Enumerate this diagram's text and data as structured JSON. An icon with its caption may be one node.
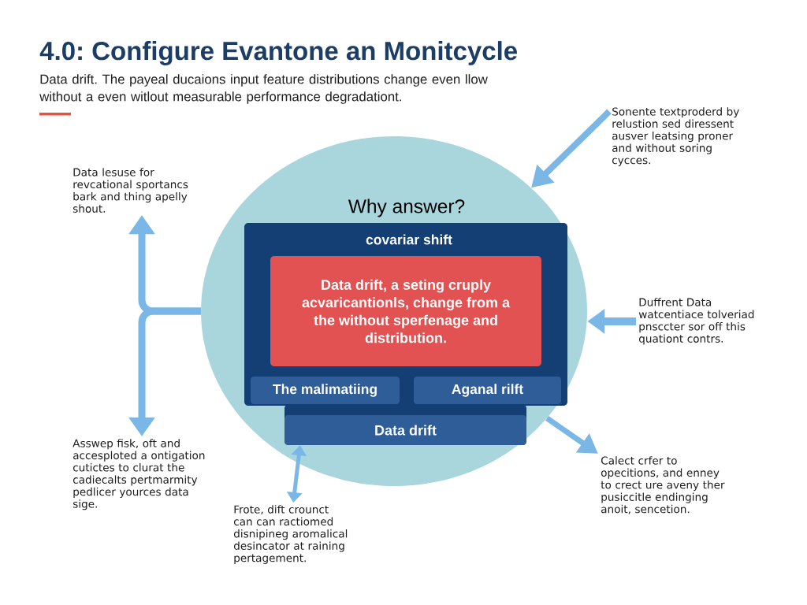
{
  "diagram": {
    "title": "4.0: Configure Evantone an Monitcycle",
    "nodes": [
      {
        "text": [
          "Why answer?"
        ]
      },
      {
        "text": [
          "covariar shift"
        ],
        "in": 0
      },
      {
        "text": [
          "Data drift, a seting cruply acvaricantionls, change from a the without sperfenage and distribution."
        ],
        "in": 1
      },
      {
        "text": [
          "The malimatiing"
        ],
        "in": 1
      },
      {
        "text": [
          "Aganal rilft"
        ],
        "in": 1
      },
      {
        "text": [
          "Data drift"
        ],
        "in": 0
      },
      {
        "text": [
          "Data lesuse for revcational sportancs bark and thing apelly shout."
        ]
      },
      {
        "text": [
          "Asswep fisk, oft and accesploted a ontigation cutictes to clurat the cadiecalts pertmarmity pedlicer yources data sige."
        ]
      },
      {
        "text": [
          "Frote, dift crounct can can ractiomed disnipineg aromalical desincator at raining pertagement."
        ]
      },
      {
        "text": [
          "Sonente textproderd by relustion sed diressent ausver leatsing proner and without soring cycces."
        ]
      },
      {
        "text": [
          "Duffrent Data watcentiace tolveriad pnsccter sor off this quationt contrs."
        ]
      },
      {
        "text": [
          "Calect crfer to opecitions, and enney to crect ure aveny ther pusiccitle endinging anoit, sencetion."
        ]
      }
    ],
    "edges": [
      {
        "from": 0,
        "to": 6,
        "arrow": "to"
      },
      {
        "from": 0,
        "to": 7,
        "arrow": "to"
      },
      {
        "from": 9,
        "to": 0,
        "arrow": "to"
      },
      {
        "from": 10,
        "to": 0,
        "arrow": "to"
      },
      {
        "from": 0,
        "to": 11,
        "arrow": "to"
      },
      {
        "from": 5,
        "to": 8,
        "arrow": "both"
      }
    ],
    "labels": [
      "Data drift. The payeal ducaions input feature distributions change even llow without a even witlout measurable performance degradationt."
    ]
  }
}
